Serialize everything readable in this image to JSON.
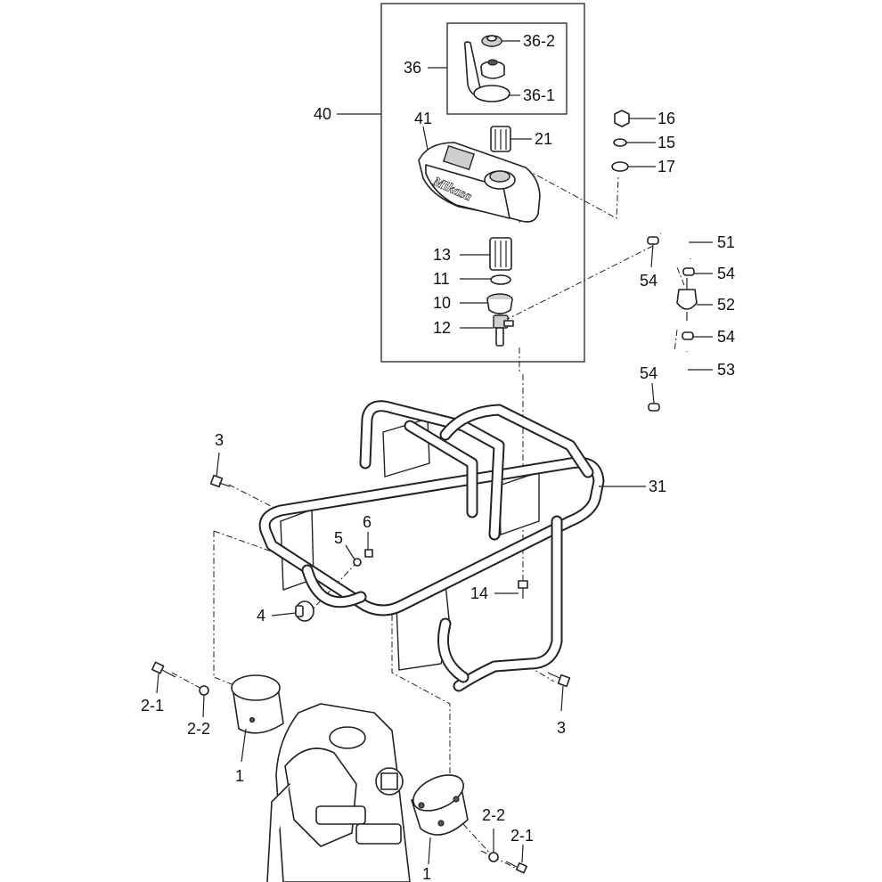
{
  "brand": "Mikasa",
  "labels": {
    "p1a": "1",
    "p1b": "1",
    "p2_1a": "2-1",
    "p2_1b": "2-1",
    "p2_2a": "2-2",
    "p2_2b": "2-2",
    "p3a": "3",
    "p3b": "3",
    "p4": "4",
    "p5": "5",
    "p6": "6",
    "p10": "10",
    "p11": "11",
    "p12": "12",
    "p13": "13",
    "p14": "14",
    "p15": "15",
    "p16": "16",
    "p17": "17",
    "p21": "21",
    "p31": "31",
    "p36": "36",
    "p36_1": "36-1",
    "p36_2": "36-2",
    "p40": "40",
    "p41": "41",
    "p51": "51",
    "p52": "52",
    "p53": "53",
    "p54a": "54",
    "p54b": "54",
    "p54c": "54",
    "p54d": "54"
  }
}
